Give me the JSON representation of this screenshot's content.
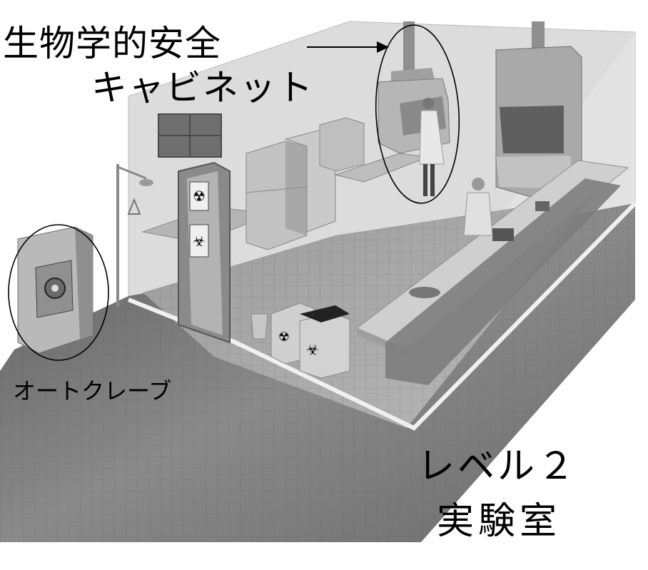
{
  "labels": {
    "bsc_line1": "生物学的安全",
    "bsc_line2": "キャビネット",
    "autoclave": "オートクレーブ",
    "level": "レベル２",
    "lab": "実験室"
  },
  "colors": {
    "background": "#ffffff",
    "floor": "#777777",
    "wall": "#d8d8d8",
    "ink": "#000000"
  },
  "icons": [
    "arrow-right-icon",
    "biohazard-icon",
    "radiation-icon"
  ]
}
